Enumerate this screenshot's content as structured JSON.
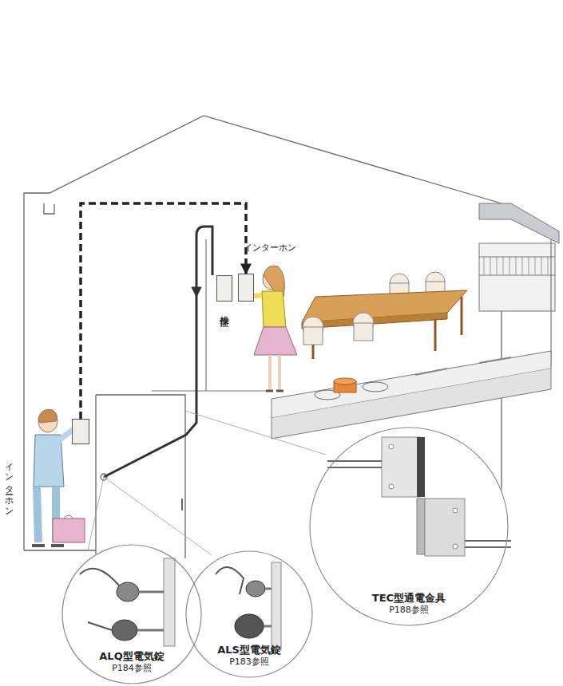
{
  "diagram": {
    "nodes": [
      {
        "text": [
          "インターホン"
        ]
      },
      {
        "text": [
          "操作盤"
        ]
      },
      {
        "text": [
          "インターホン"
        ]
      },
      {
        "text": [
          "TEC型通電金具",
          "P188参照"
        ]
      },
      {
        "text": [
          "ALQ型電気錠",
          "P184参照"
        ]
      },
      {
        "text": [
          "ALS型電気錠",
          "P183参照"
        ]
      }
    ],
    "edges": [
      {
        "from": 2,
        "to": 0,
        "arrow": "to"
      }
    ]
  }
}
